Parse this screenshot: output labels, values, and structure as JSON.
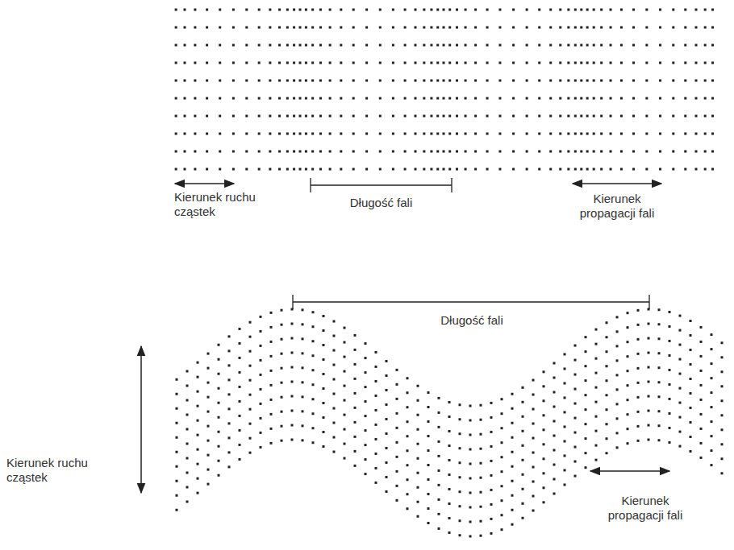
{
  "diagram": {
    "labels": [
      "Kierunek ruchu cząstek",
      "Długość fali",
      "Kierunek propagacji fali",
      "Długość fali",
      "Kierunek ruchu cząstek",
      "Kierunek propagacji fali"
    ]
  }
}
